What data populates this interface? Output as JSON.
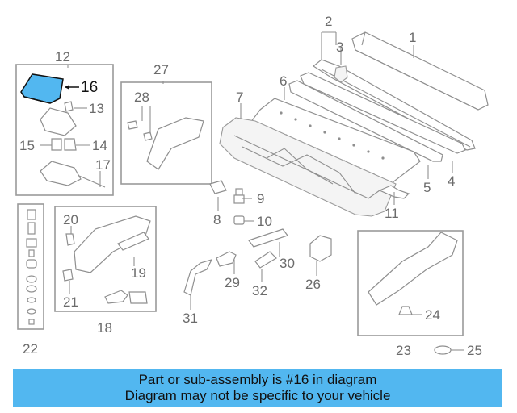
{
  "diagram": {
    "highlighted_part": "16",
    "callouts": [
      "1",
      "2",
      "3",
      "4",
      "5",
      "6",
      "7",
      "8",
      "9",
      "10",
      "11",
      "12",
      "13",
      "14",
      "15",
      "16",
      "17",
      "18",
      "19",
      "20",
      "21",
      "22",
      "23",
      "24",
      "25",
      "26",
      "27",
      "28",
      "29",
      "30",
      "31",
      "32"
    ],
    "highlight_color": "#52b7f0"
  },
  "banner": {
    "line1": "Part or sub-assembly is #16 in diagram",
    "line2": "Diagram may not be specific to your vehicle",
    "background": "#52b7f0"
  }
}
